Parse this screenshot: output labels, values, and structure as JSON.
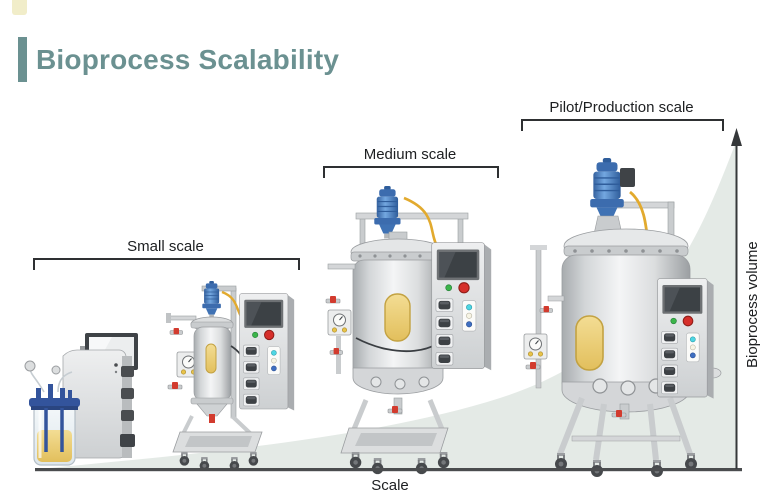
{
  "title": "Bioprocess Scalability",
  "stages": [
    {
      "id": "small",
      "label": "Small scale"
    },
    {
      "id": "medium",
      "label": "Medium scale"
    },
    {
      "id": "pilot",
      "label": "Pilot/Production scale"
    }
  ],
  "axes": {
    "x_label": "Scale",
    "y_label": "Bioprocess volume"
  },
  "colors": {
    "accent_teal": "#6b9191",
    "growth_curve_fill": "#e4eae6",
    "axis_line": "#4a4c4e",
    "bracket_line": "#2e3032",
    "motor_blue": "#4a86c8",
    "cable_yellow": "#e2aa2e",
    "sight_glass_amber": "#eed27f",
    "valve_red": "#d23b2e",
    "steel_light": "#f3f4f5",
    "steel_dark": "#9b9fa2",
    "screen_dark": "#3c4145",
    "button_green": "#3cb54a",
    "button_red": "#d62f2a",
    "indicator_cyan": "#4fd6e3",
    "indicator_white": "#f7f4e4",
    "indicator_blue": "#3f6fc1",
    "headplate_blue": "#33549c"
  },
  "icons": {
    "y_axis_arrow": "up-arrow-icon",
    "benchtop": "benchtop-bioreactor-icon",
    "small_reactor": "small-bioreactor-icon",
    "medium_reactor": "medium-bioreactor-icon",
    "pilot_reactor": "pilot-bioreactor-icon"
  }
}
